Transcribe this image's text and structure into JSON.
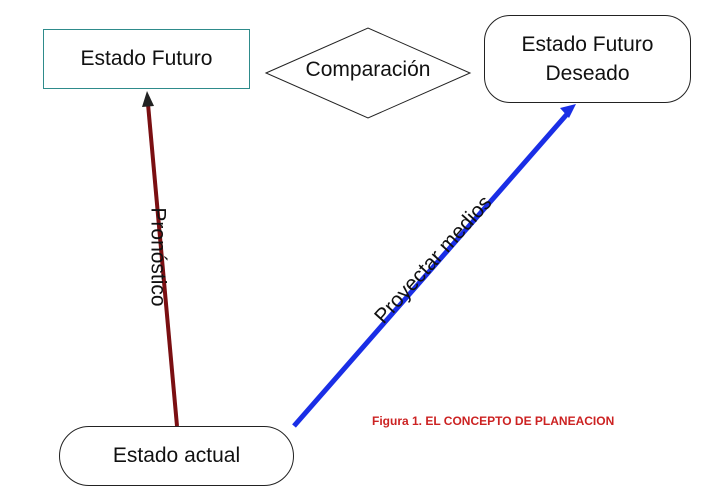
{
  "nodes": {
    "future_state": "Estado Futuro",
    "desired_state_line1": "Estado Futuro",
    "desired_state_line2": "Deseado",
    "current_state": "Estado actual",
    "comparison": "Comparación"
  },
  "arrows": {
    "forecast_label": "Pronóstico",
    "project_label": "Proyectar medios"
  },
  "caption": "Figura 1. EL CONCEPTO DE PLANEACION",
  "colors": {
    "forecast_arrow": "#7a0f12",
    "project_arrow": "#1a2ee6",
    "caption": "#cc2222",
    "future_box_border": "#2e8b8b"
  }
}
